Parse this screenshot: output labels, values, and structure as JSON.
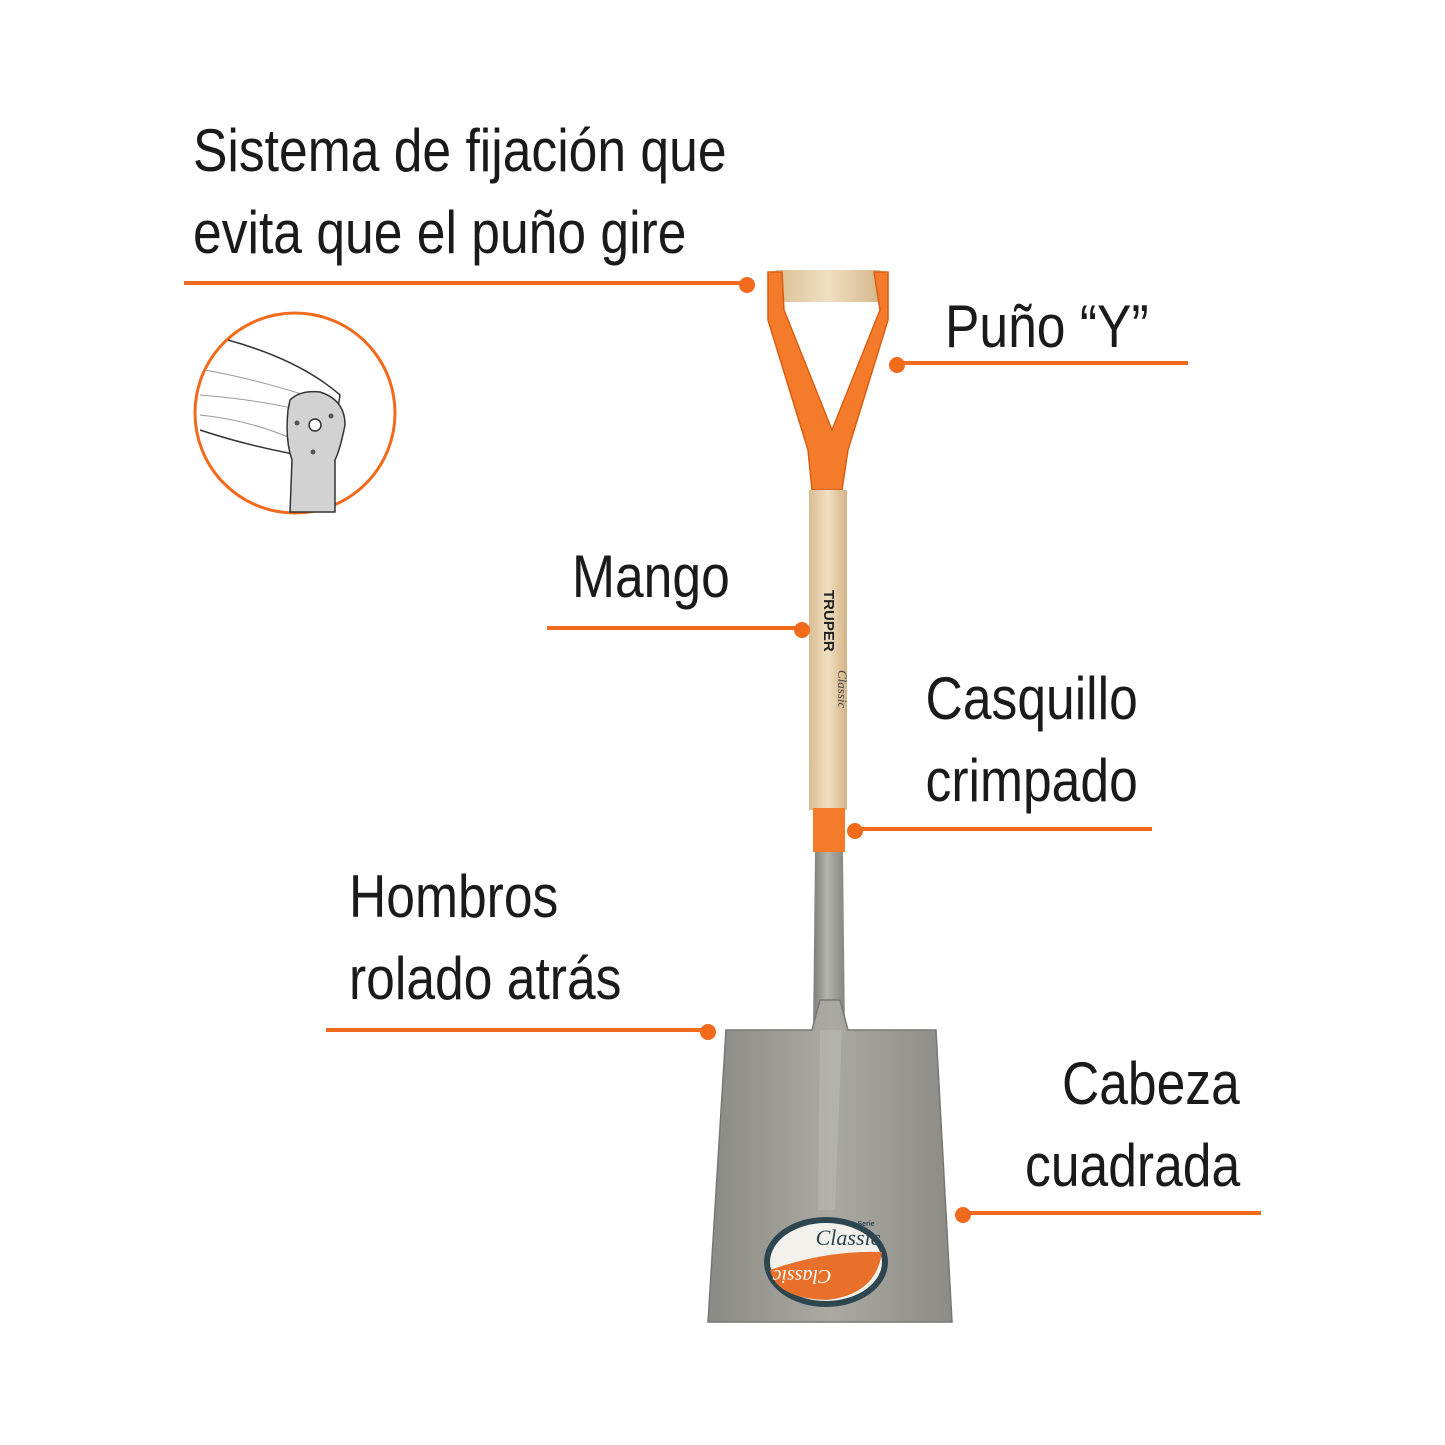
{
  "colors": {
    "accent": "#f26a1b",
    "text": "#1a1a1a",
    "steel": "#9a9a96",
    "wood": "#e8d2ae"
  },
  "callouts": {
    "fijacion": {
      "line1": "Sistema de fijación que",
      "line2": "evita que el puño gire"
    },
    "puno": {
      "line1": "Puño “Y”"
    },
    "mango": {
      "line1": "Mango"
    },
    "casquillo": {
      "line1": "Casquillo",
      "line2": "crimpado"
    },
    "hombros": {
      "line1": "Hombros",
      "line2": "rolado atrás"
    },
    "cabeza": {
      "line1": "Cabeza",
      "line2": "cuadrada"
    }
  },
  "product": {
    "brand": "TRUPER",
    "series": "Classic",
    "series_prefix": "Serie"
  }
}
